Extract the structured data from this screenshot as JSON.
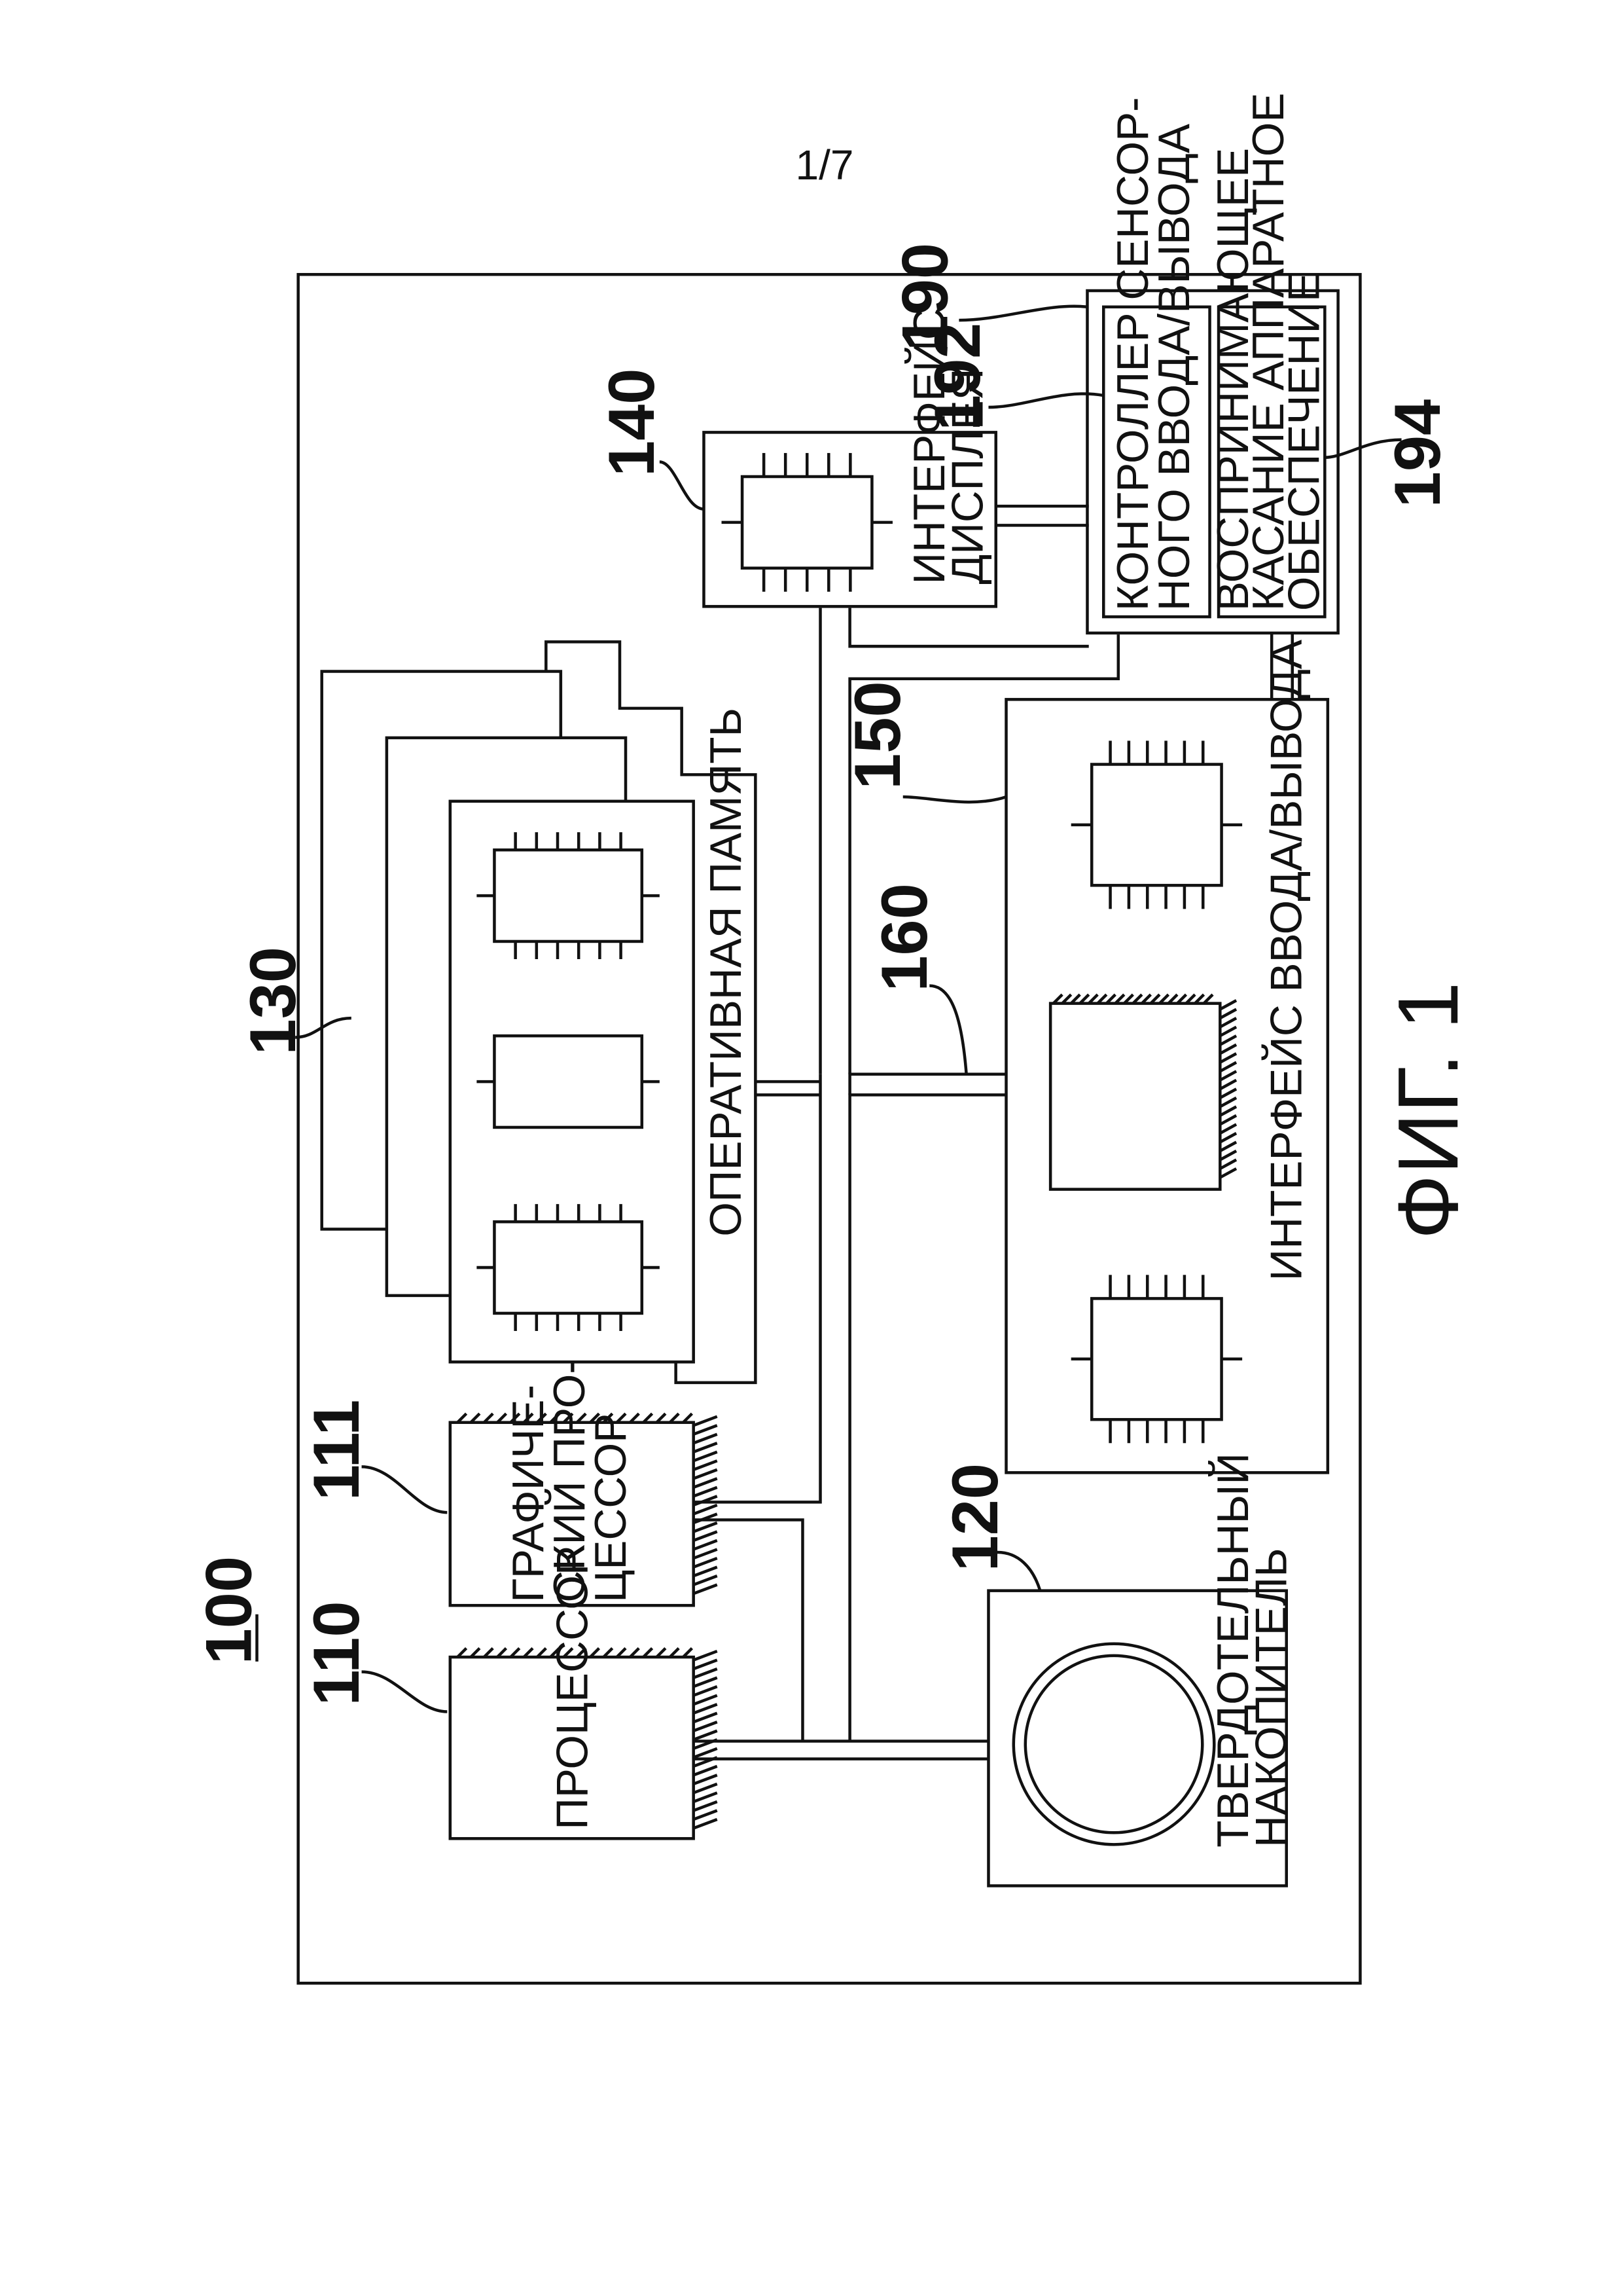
{
  "page_number": "1/7",
  "figure_caption": "ФИГ. 1",
  "system_ref": "100",
  "components": {
    "processor": {
      "ref": "110",
      "label": [
        "ПРОЦЕССОР"
      ]
    },
    "gpu": {
      "ref": "111",
      "label": [
        "ГРАФИЧЕ-",
        "СКИЙ ПРО-",
        "ЦЕССОР"
      ]
    },
    "ssd": {
      "ref": "120",
      "label": [
        "ТВЕРДОТЕЛЬНЫЙ",
        "НАКОПИТЕЛЬ"
      ]
    },
    "ram": {
      "ref": "130",
      "label": [
        "ОПЕРАТИВНАЯ ПАМЯТЬ"
      ]
    },
    "display_interface": {
      "ref": "140",
      "label": [
        "ИНТЕРФЕЙС",
        "ДИСПЛЕЯ"
      ]
    },
    "io_interface": {
      "ref": "150",
      "label": [
        "ИНТЕРФЕЙС ВВОДА/ВЫВОДА"
      ]
    },
    "bus": {
      "ref": "160"
    },
    "touch_device": {
      "ref": "190"
    },
    "touch_controller": {
      "ref": "192",
      "label": [
        "КОНТРОЛЛЕР СЕНСОР-",
        "НОГО ВВОДА/ВЫВОДА"
      ]
    },
    "touch_hardware": {
      "ref": "194",
      "label": [
        "ВОСПРИНИМАЮЩЕЕ",
        "КАСАНИЕ АППАРАТНОЕ",
        "ОБЕСПЕЧЕНИЕ"
      ]
    }
  }
}
